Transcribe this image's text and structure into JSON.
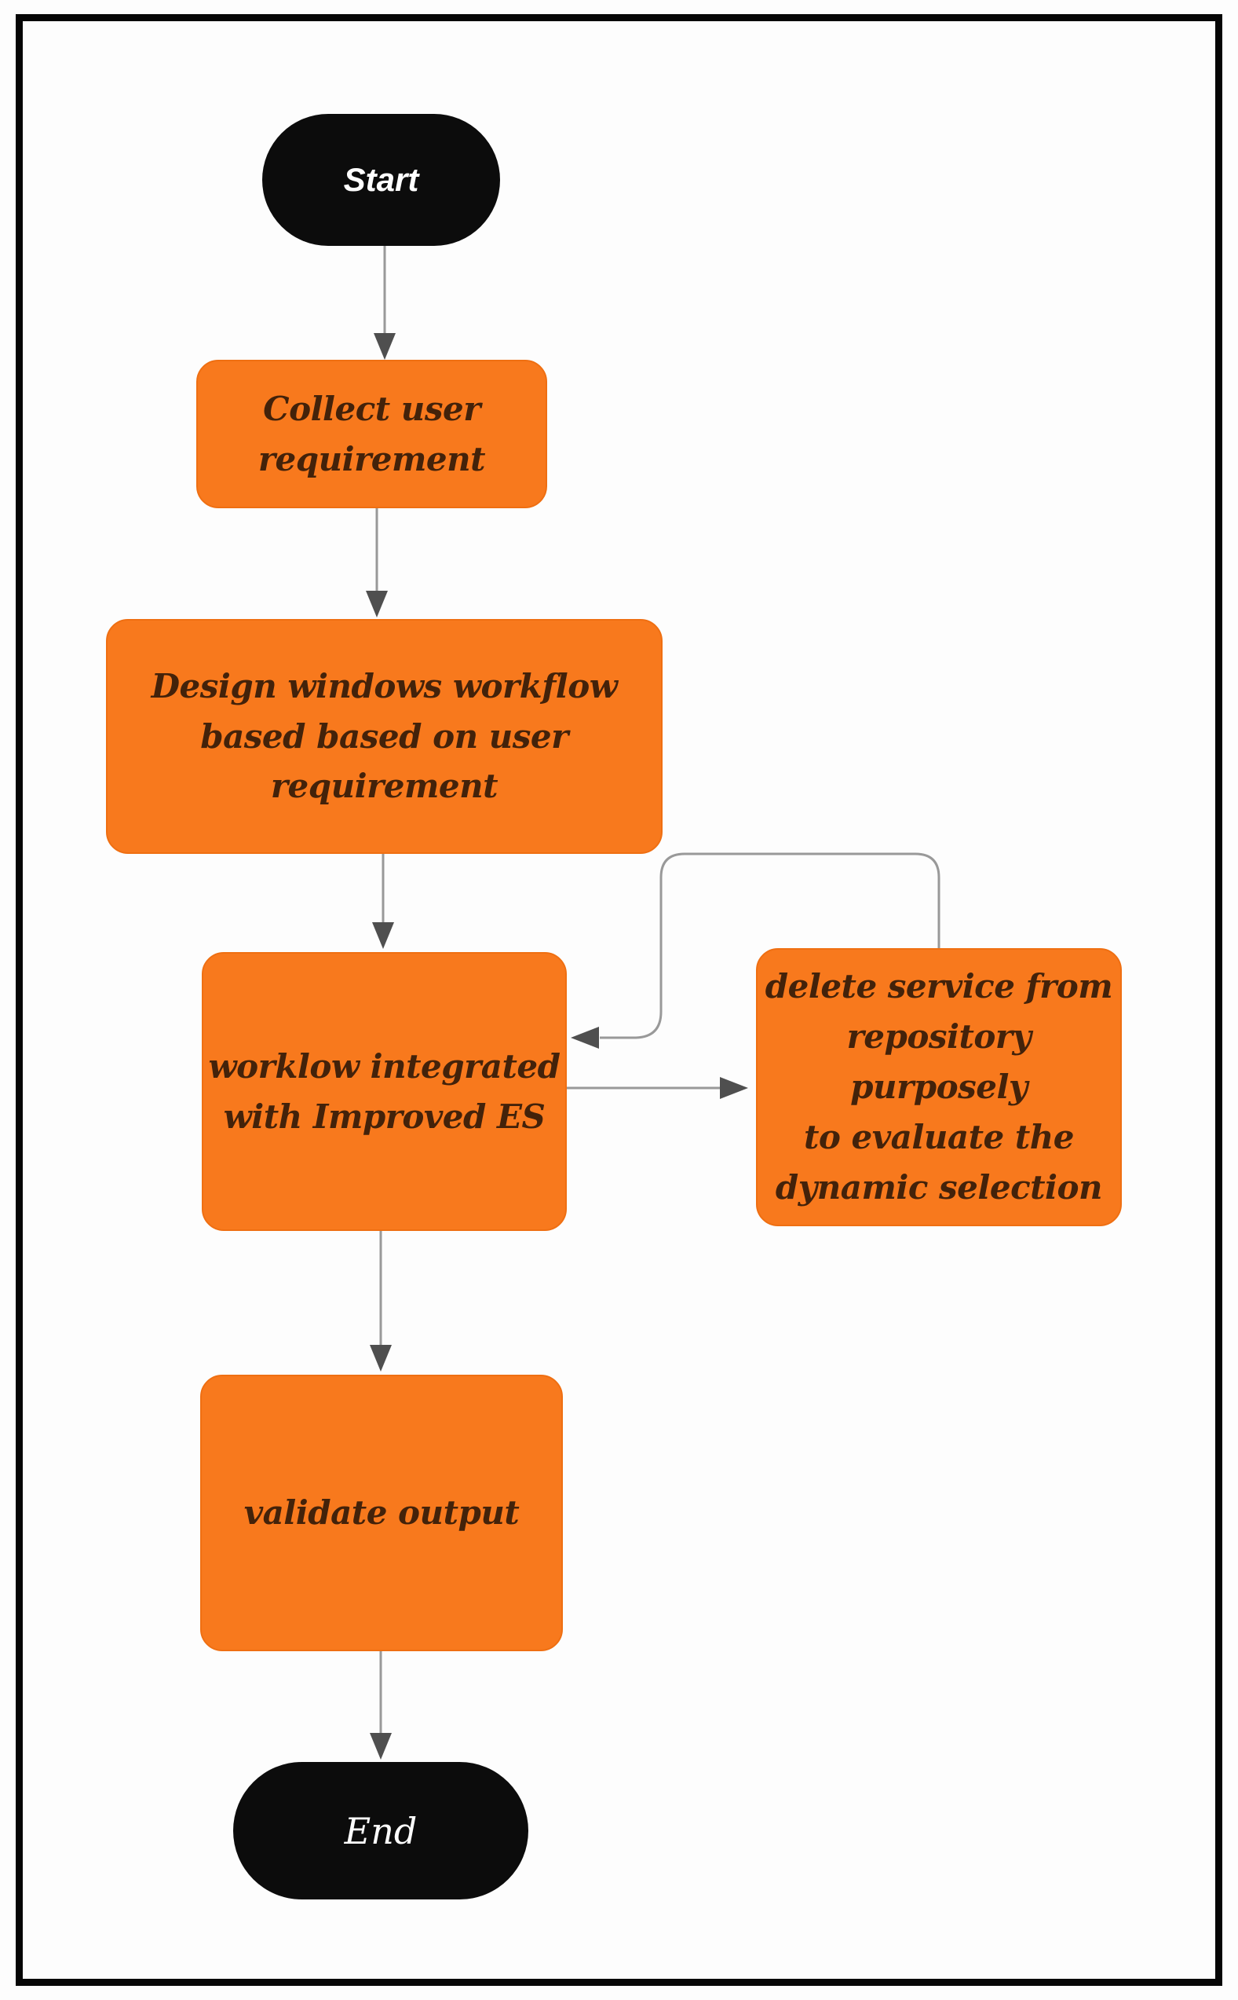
{
  "figure": {
    "type": "flowchart",
    "colors": {
      "process_fill": "#f8791d",
      "process_border": "#ef6f12",
      "process_text": "#43220a",
      "terminator_fill": "#0c0c0c",
      "terminator_text": "#ffffff",
      "connector_line": "#999999",
      "arrowhead": "#4f4f4f",
      "frame_border": "#060606",
      "background": "#fdfdfd"
    },
    "nodes": [
      {
        "id": "start",
        "shape": "terminator",
        "label": "Start"
      },
      {
        "id": "collect",
        "shape": "process",
        "label": "Collect user\nrequirement"
      },
      {
        "id": "design",
        "shape": "process",
        "label": "Design windows workflow\nbased based on user\nrequirement"
      },
      {
        "id": "integrate",
        "shape": "process",
        "label": "worklow integrated\nwith Improved ES"
      },
      {
        "id": "delete",
        "shape": "process",
        "label": "delete service from\nrepository purposely\nto evaluate the\ndynamic selection"
      },
      {
        "id": "validate",
        "shape": "process",
        "label": "validate output"
      },
      {
        "id": "end",
        "shape": "terminator",
        "label": "End"
      }
    ],
    "edges": [
      {
        "from": "start",
        "to": "collect",
        "style": "straight-down"
      },
      {
        "from": "collect",
        "to": "design",
        "style": "straight-down"
      },
      {
        "from": "design",
        "to": "integrate",
        "style": "straight-down"
      },
      {
        "from": "integrate",
        "to": "delete",
        "style": "straight-right"
      },
      {
        "from": "delete",
        "to": "integrate",
        "style": "loop-over-top-left"
      },
      {
        "from": "integrate",
        "to": "validate",
        "style": "straight-down"
      },
      {
        "from": "validate",
        "to": "end",
        "style": "straight-down"
      }
    ]
  }
}
